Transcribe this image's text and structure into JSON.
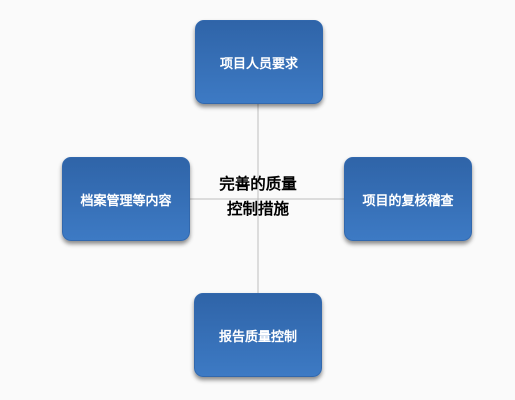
{
  "diagram": {
    "center": {
      "line1": "完善的质量",
      "line2": "控制措施"
    },
    "nodes": {
      "top": "项目人员要求",
      "left": "档案管理等内容",
      "right": "项目的复核稽查",
      "bottom": "报告质量控制"
    }
  },
  "colors": {
    "node_fill_top": "#2f64a8",
    "node_fill_bottom": "#3d7ac4",
    "node_text": "#ffffff",
    "connector": "#bdbdbd",
    "background": "#fafafa"
  }
}
